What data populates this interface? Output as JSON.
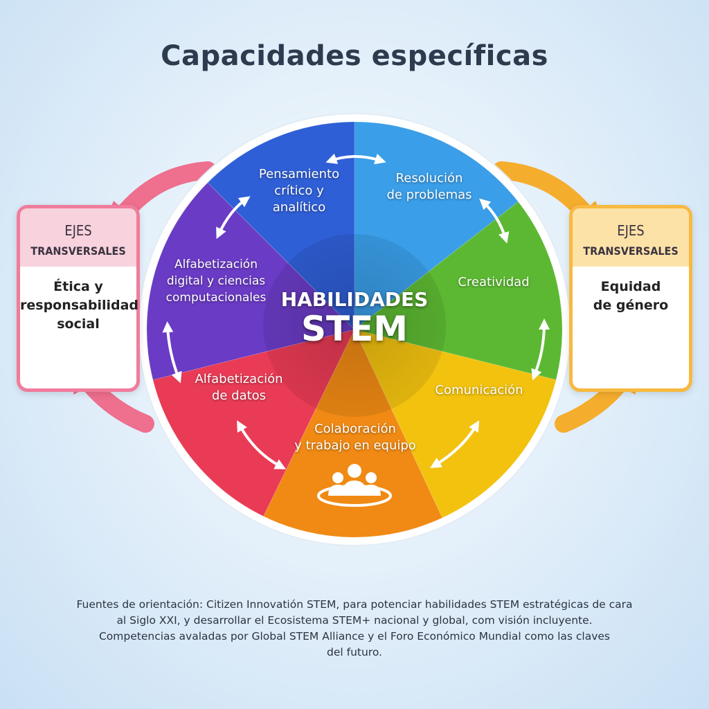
{
  "title": "Capacidades específicas",
  "center": {
    "line1": "HABILIDADES",
    "line2": "STEM"
  },
  "segments": [
    {
      "label": "Pensamiento crítico y analítico",
      "lines": [
        "Pensamiento",
        "crítico y",
        "analítico"
      ],
      "color": "#2f5fd6"
    },
    {
      "label": "Resolución de problemas",
      "lines": [
        "Resolución",
        "de problemas"
      ],
      "color": "#3a9ee8"
    },
    {
      "label": "Creatividad",
      "lines": [
        "Creatividad"
      ],
      "color": "#5cb832"
    },
    {
      "label": "Comunicación",
      "lines": [
        "Comunicación"
      ],
      "color": "#f2c20f"
    },
    {
      "label": "Colaboración y trabajo en equipo",
      "lines": [
        "Colaboración",
        "y trabajo en equipo"
      ],
      "color": "#f08a14"
    },
    {
      "label": "Alfabetización de datos",
      "lines": [
        "Alfabetización",
        "de datos"
      ],
      "color": "#e93b55"
    },
    {
      "label": "Alfabetización digital y ciencias computacionales",
      "lines": [
        "Alfabetización",
        "digital y ciencias",
        "computacionales"
      ],
      "color": "#6a3bc4"
    }
  ],
  "left_panel": {
    "head_line1": "EJES",
    "head_line2": "TRANSVERSALES",
    "body_lines": [
      "Ética y",
      "responsabilidad",
      "social"
    ],
    "accent": "#f07c9b"
  },
  "right_panel": {
    "head_line1": "EJES",
    "head_line2": "TRANSVERSALES",
    "body_lines": [
      "Equidad",
      "de género"
    ],
    "accent": "#f7b940"
  },
  "icons": {
    "team": "team-people-icon",
    "arrows": "double-arrow-icon"
  },
  "footer": {
    "lines": [
      "Fuentes de orientación:  Citizen Innovatión STEM, para potenciar habilidades STEM estratégicas de cara",
      "al Siglo XXI, y desarrollar el Ecosistema STEM+ nacional y global, com visión incluyente.",
      "Competencias avaladas por Global STEM Alliance y el Foro Económico Mundial como las claves",
      "del futuro."
    ]
  }
}
